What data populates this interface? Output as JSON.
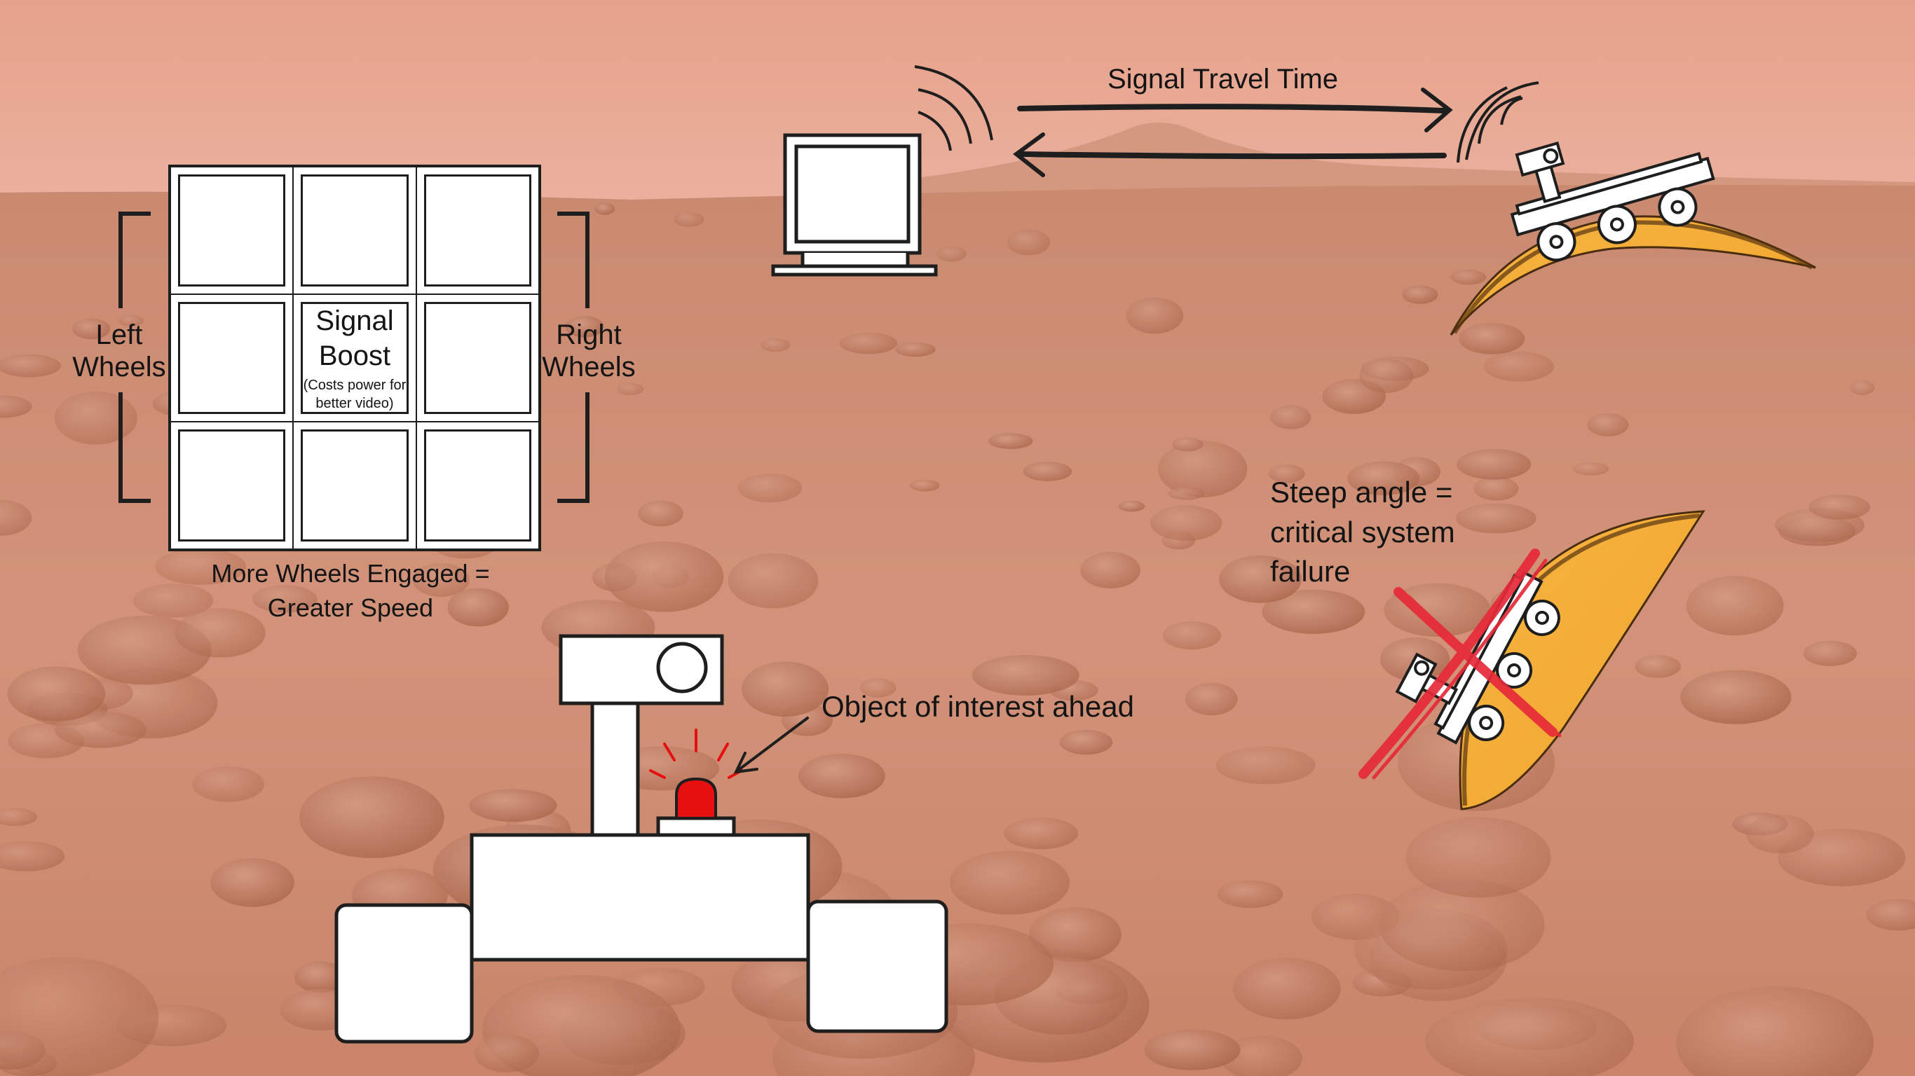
{
  "signal": {
    "travel_time_label": "Signal Travel Time"
  },
  "wheel_grid": {
    "left_label": [
      "Left",
      "Wheels"
    ],
    "right_label": [
      "Right",
      "Wheels"
    ],
    "center_cell_title": [
      "Signal",
      "Boost"
    ],
    "center_cell_note": [
      "(Costs power for",
      "better video)"
    ],
    "caption": [
      "More Wheels Engaged =",
      "Greater Speed"
    ]
  },
  "rover": {
    "alert_label": "Object of interest ahead"
  },
  "hazard": {
    "label": [
      "Steep angle =",
      "critical system",
      "failure"
    ]
  },
  "colors": {
    "sky": "#e8a792",
    "ground": "#cf8a6c",
    "slope_fill": "#f5ad38",
    "alert_light": "#e61010",
    "cross": "#e62a3a",
    "outline": "#1e1e1e"
  },
  "icons": [
    "computer-monitor-icon",
    "signal-waves-icon",
    "rover-icon",
    "alert-beacon-icon",
    "failure-cross-icon"
  ]
}
